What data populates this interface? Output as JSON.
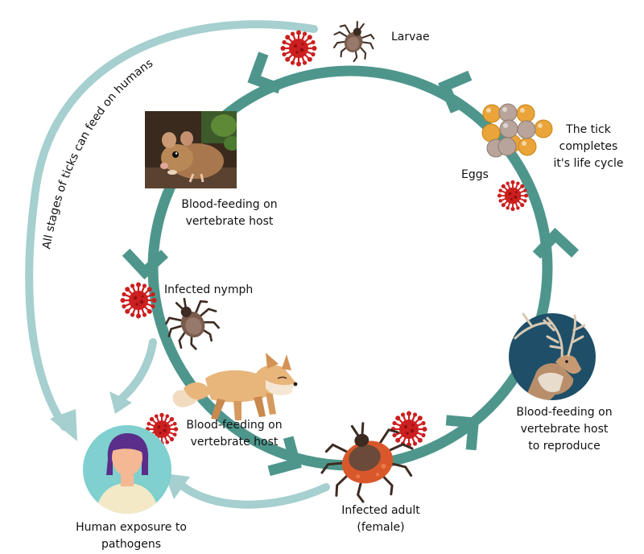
{
  "labels": {
    "larvae": "Larvae",
    "tick_completes": [
      "The tick",
      "completes",
      "it's life cycle"
    ],
    "eggs": "Eggs",
    "blood_feeding_vertebrate": [
      "Blood-feeding on",
      "vertebrate host"
    ],
    "infected_nymph": "Infected nymph",
    "blood_feeding_fox": [
      "Blood-feeding on",
      "vertebrate host"
    ],
    "blood_feeding_reproduce": [
      "Blood-feeding on",
      "vertebrate host",
      "to reproduce"
    ],
    "infected_adult": [
      "Infected adult",
      "(female)"
    ],
    "human_exposure": [
      "Human exposure to",
      "pathogens"
    ],
    "curved_text": "All stages of ticks can feed on humans"
  },
  "colors": {
    "cycle": "#4e968c",
    "light_arrow": "#a6cfcf",
    "pathogen": "#cc1f1f",
    "tick_body": "#7a5c4c",
    "adult_tick": "#d9582b",
    "egg_orange": "#eaa43a",
    "egg_grey": "#b8a49a",
    "deer_bg": "#1f4f68",
    "human_bg": "#7fd0cf"
  },
  "icons": [
    "pathogen-icon",
    "larva-tick-icon",
    "egg-cluster-icon",
    "mouse-photo",
    "nymph-tick-icon",
    "fox-icon",
    "deer-icon",
    "adult-tick-icon",
    "human-avatar-icon"
  ]
}
